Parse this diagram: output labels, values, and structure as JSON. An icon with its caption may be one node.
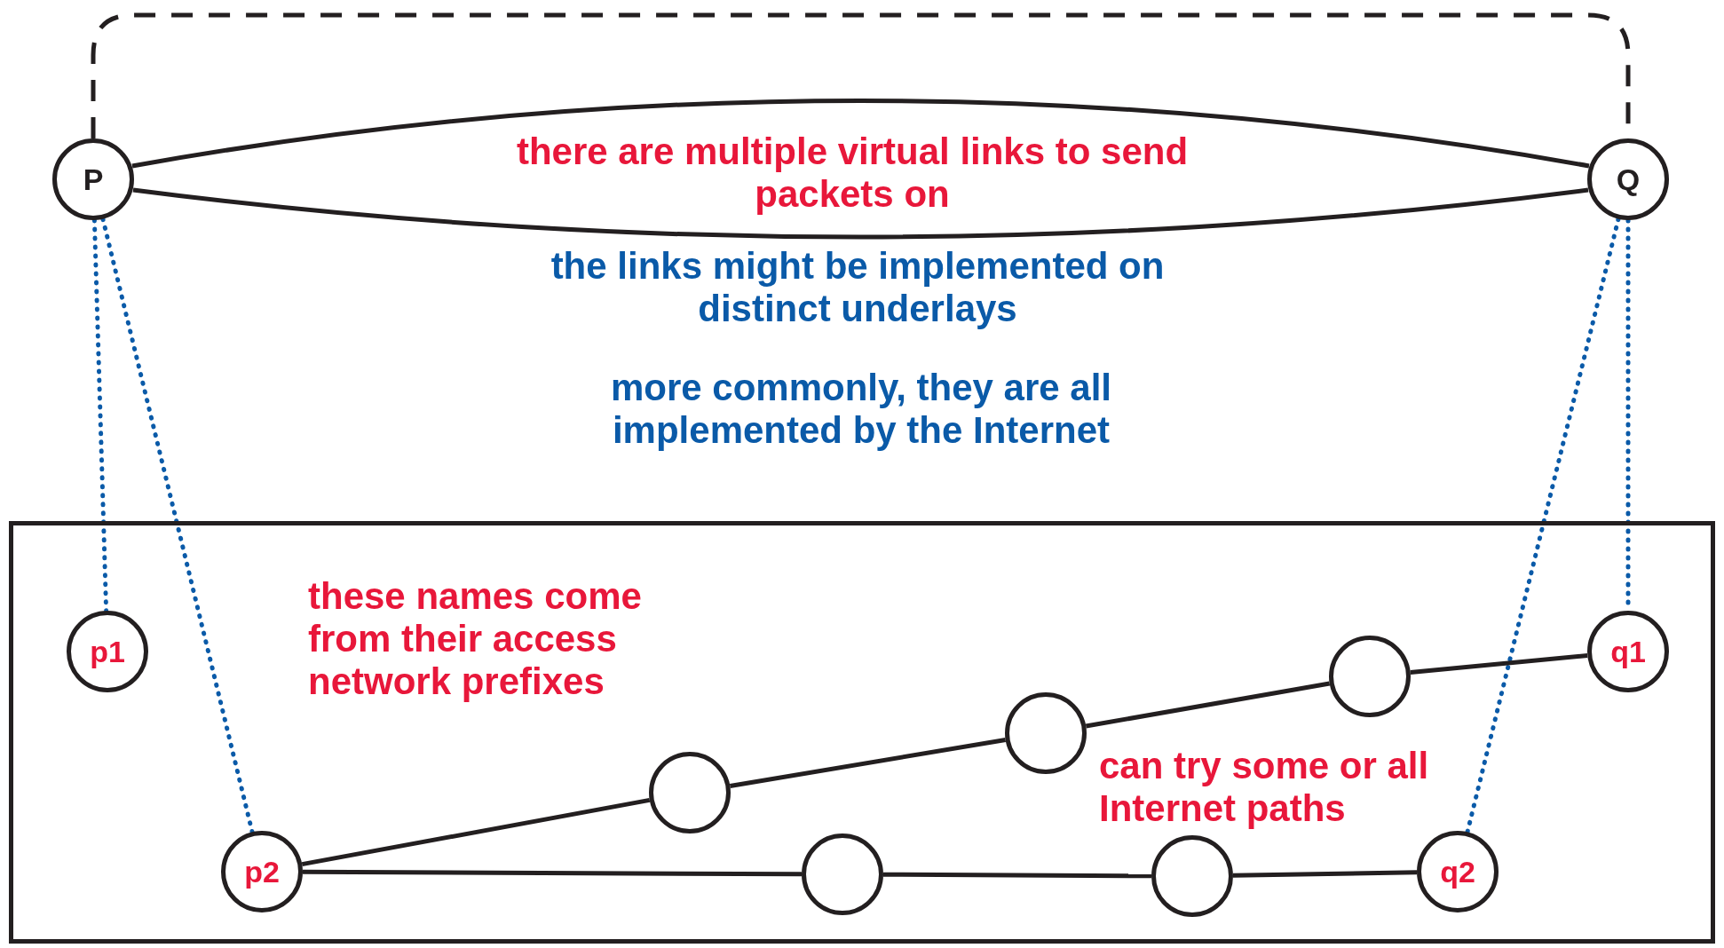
{
  "diagram": {
    "nodes": [
      {
        "text": [
          "P"
        ]
      },
      {
        "text": [
          "Q"
        ]
      },
      {
        "text": [],
        "shape": "box"
      },
      {
        "text": [
          "p1"
        ],
        "in": 2
      },
      {
        "text": [
          "q1"
        ],
        "in": 2
      },
      {
        "text": [],
        "shape": "circle",
        "in": 2
      },
      {
        "text": [],
        "shape": "circle",
        "in": 2
      },
      {
        "text": [],
        "shape": "circle",
        "in": 2
      },
      {
        "text": [],
        "shape": "circle",
        "in": 2
      },
      {
        "text": [],
        "shape": "circle",
        "in": 2
      },
      {
        "text": [
          "p2"
        ],
        "in": 2
      },
      {
        "text": [
          "q2"
        ],
        "in": 2
      }
    ],
    "edges": [
      {
        "from": 0,
        "to": 1,
        "arrow": "none",
        "style": "dashed"
      },
      {
        "from": 0,
        "to": 1,
        "arrow": "none"
      },
      {
        "from": 0,
        "to": 1,
        "arrow": "none"
      },
      {
        "from": 0,
        "to": 3,
        "arrow": "none",
        "style": "dashed",
        "color": "#0a5aa8"
      },
      {
        "from": 0,
        "to": 10,
        "arrow": "none",
        "style": "dashed",
        "color": "#0a5aa8"
      },
      {
        "from": 1,
        "to": 4,
        "arrow": "none",
        "style": "dashed",
        "color": "#0a5aa8"
      },
      {
        "from": 1,
        "to": 11,
        "arrow": "none",
        "style": "dashed",
        "color": "#0a5aa8"
      },
      {
        "from": 10,
        "to": 5,
        "arrow": "none"
      },
      {
        "from": 5,
        "to": 6,
        "arrow": "none"
      },
      {
        "from": 6,
        "to": 7,
        "arrow": "none"
      },
      {
        "from": 7,
        "to": 4,
        "arrow": "none"
      },
      {
        "from": 10,
        "to": 8,
        "arrow": "none"
      },
      {
        "from": 8,
        "to": 9,
        "arrow": "none"
      },
      {
        "from": 9,
        "to": 11,
        "arrow": "none"
      }
    ],
    "labels": [
      "there are multiple virtual links to send packets on",
      "the links might be implemented on distinct underlays",
      "more commonly, they are all implemented by the Internet",
      "these names come from their access network prefixes",
      "can try some or all Internet paths"
    ]
  }
}
